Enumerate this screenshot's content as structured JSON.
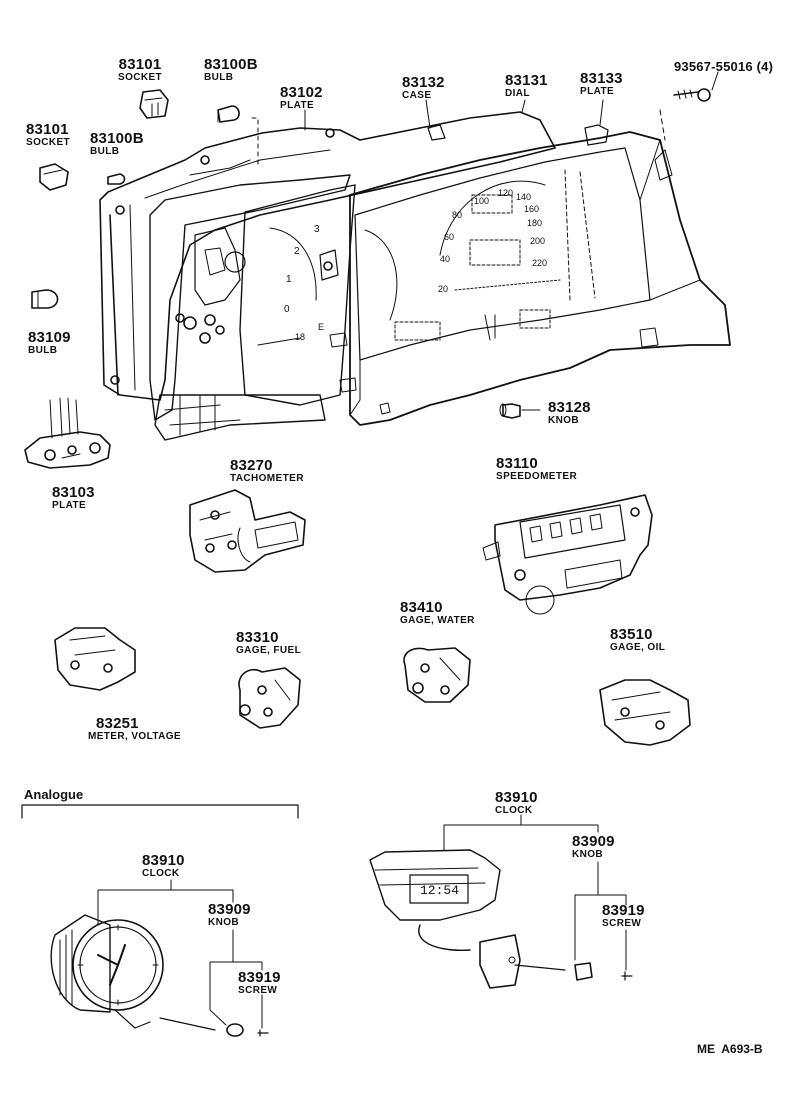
{
  "section_label": "Analogue",
  "diagram_code": "ME  A693-B",
  "parts": {
    "p83101a": {
      "number": "83101",
      "name": "SOCKET"
    },
    "p83100b_a": {
      "number": "83100B",
      "name": "BULB"
    },
    "p83102": {
      "number": "83102",
      "name": "PLATE"
    },
    "p83132": {
      "number": "83132",
      "name": "CASE"
    },
    "p83131": {
      "number": "83131",
      "name": "DIAL"
    },
    "p83133": {
      "number": "83133",
      "name": "PLATE"
    },
    "p93567": {
      "number": "93567-55016 (4)"
    },
    "p83101b": {
      "number": "83101",
      "name": "SOCKET"
    },
    "p83100b_b": {
      "number": "83100B",
      "name": "BULB"
    },
    "p83109": {
      "number": "83109",
      "name": "BULB"
    },
    "p83128": {
      "number": "83128",
      "name": "KNOB"
    },
    "p83103": {
      "number": "83103",
      "name": "PLATE"
    },
    "p83270": {
      "number": "83270",
      "name": "TACHOMETER"
    },
    "p83110": {
      "number": "83110",
      "name": "SPEEDOMETER"
    },
    "p83410": {
      "number": "83410",
      "name": "GAGE, WATER"
    },
    "p83310": {
      "number": "83310",
      "name": "GAGE, FUEL"
    },
    "p83510": {
      "number": "83510",
      "name": "GAGE, OIL"
    },
    "p83251": {
      "number": "83251",
      "name": "METER, VOLTAGE"
    },
    "p83910a": {
      "number": "83910",
      "name": "CLOCK"
    },
    "p83909a": {
      "number": "83909",
      "name": "KNOB"
    },
    "p83919a": {
      "number": "83919",
      "name": "SCREW"
    },
    "p83910b": {
      "number": "83910",
      "name": "CLOCK"
    },
    "p83909b": {
      "number": "83909",
      "name": "KNOB"
    },
    "p83919b": {
      "number": "83919",
      "name": "SCREW"
    }
  },
  "cluster_tach_ticks": [
    "0",
    "1",
    "2",
    "3"
  ],
  "cluster_tach_markings": [
    "18",
    "E"
  ],
  "cluster_speed_ticks": [
    "20",
    "40",
    "60",
    "80",
    "100",
    "120",
    "140",
    "160",
    "180",
    "200",
    "220"
  ],
  "digital_clock_readout": "12:54"
}
